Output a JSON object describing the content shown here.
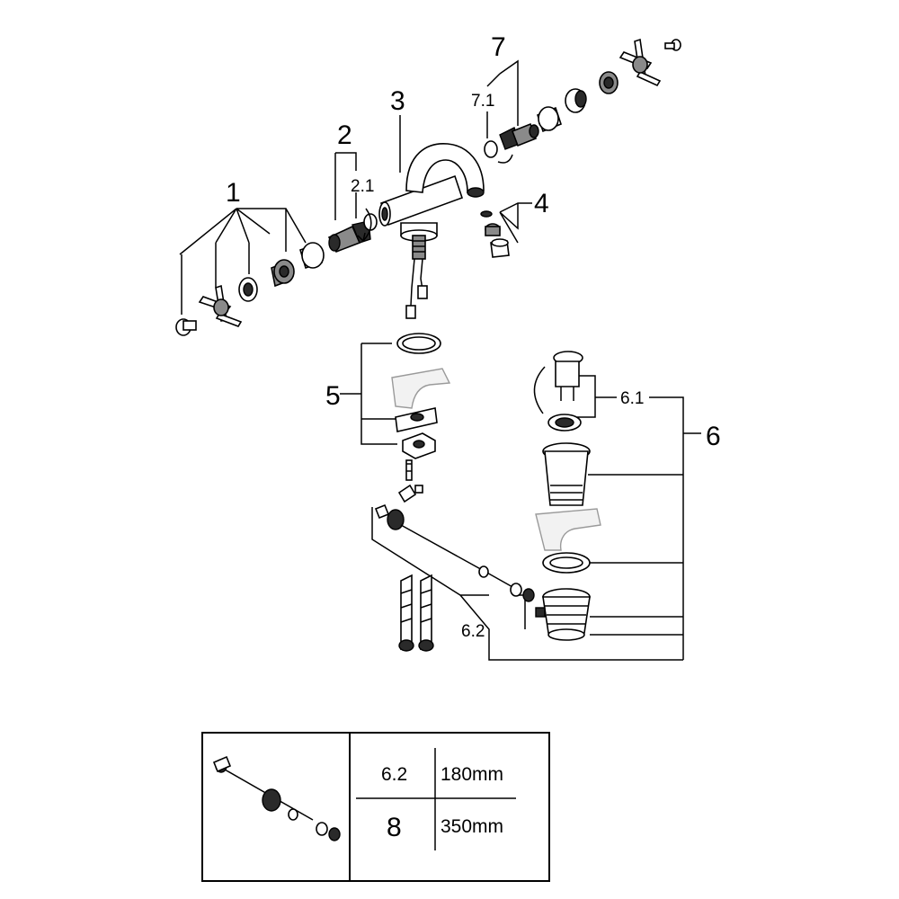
{
  "callouts": {
    "c1": "1",
    "c2": "2",
    "c2_1": "2.1",
    "c3": "3",
    "c4": "4",
    "c5": "5",
    "c6": "6",
    "c6_1": "6.1",
    "c6_2": "6.2",
    "c7": "7",
    "c7_1": "7.1"
  },
  "table": {
    "rows": [
      {
        "code": "6.2",
        "length": "180mm"
      },
      {
        "code": "8",
        "length": "350mm"
      }
    ]
  }
}
